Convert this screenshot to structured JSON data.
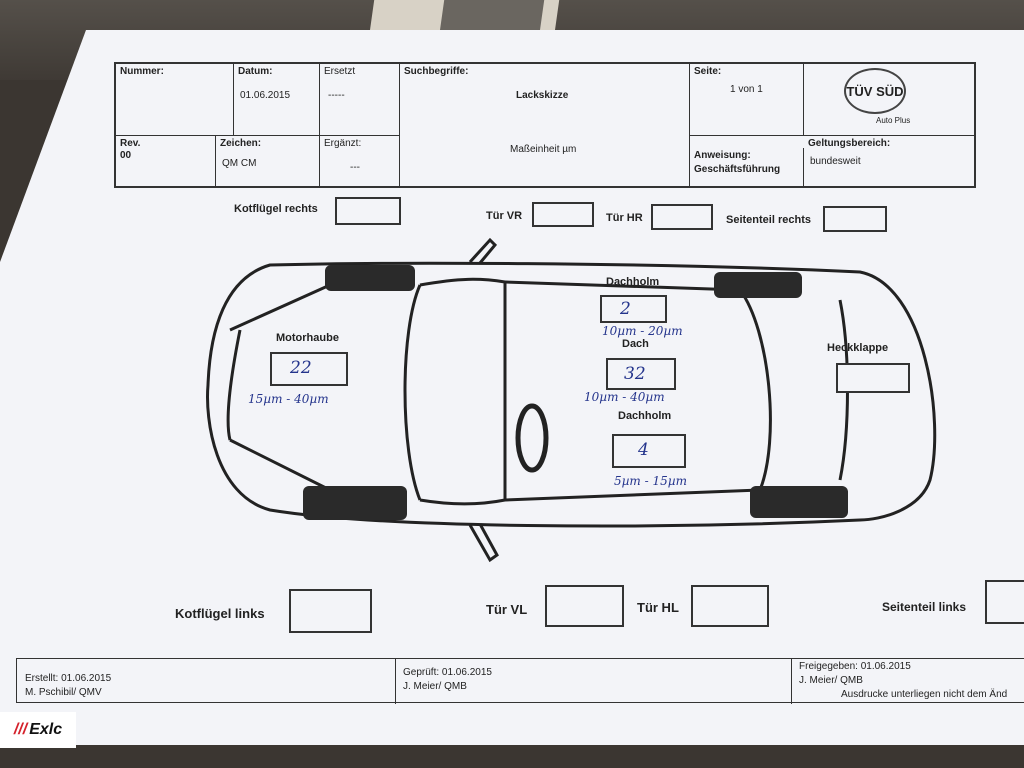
{
  "header": {
    "nummer_label": "Nummer:",
    "datum_label": "Datum:",
    "datum_value": "01.06.2015",
    "ersetzt_label": "Ersetzt",
    "ersetzt_value": "-----",
    "suchbegriffe_label": "Suchbegriffe:",
    "title": "Lackskizze",
    "unit": "Maßeinheit µm",
    "seite_label": "Seite:",
    "seite_value": "1 von 1",
    "rev_label": "Rev.",
    "rev_value": "00",
    "zeichen_label": "Zeichen:",
    "zeichen_value": "QM CM",
    "ergaenzt_label": "Ergänzt:",
    "ergaenzt_value": "---",
    "anweisung_label": "Anweisung:",
    "anweisung_value": "Geschäftsführung",
    "geltung_label": "Geltungsbereich:",
    "geltung_value": "bundesweit",
    "logo_text": "TÜV SÜD",
    "logo_sub": "Auto Plus"
  },
  "fields": {
    "kotfluegel_rechts": "Kotflügel rechts",
    "tuer_vr": "Tür VR",
    "tuer_hr": "Tür HR",
    "seitenteil_rechts": "Seitenteil rechts",
    "dachholm_top": "Dachholm",
    "motorhaube": "Motorhaube",
    "dach": "Dach",
    "heckklappe": "Heckklappe",
    "dachholm_bottom": "Dachholm",
    "kotfluegel_links": "Kotflügel links",
    "tuer_vl": "Tür VL",
    "tuer_hl": "Tür HL",
    "seitenteil_links": "Seitenteil links"
  },
  "handwritten": {
    "dachholm_top_value": "2",
    "dachholm_top_range": "10µm - 20µm",
    "motorhaube_value": "22",
    "motorhaube_range": "15µm - 40µm",
    "dach_value": "32",
    "dach_range": "10µm - 40µm",
    "dachholm_bottom_value": "4",
    "dachholm_bottom_range": "5µm - 15µm"
  },
  "footer": {
    "erstellt": "Erstellt: 01.06.2015",
    "erstellt_by": "M. Pschibil/ QMV",
    "geprueft": "Geprüft: 01.06.2015",
    "geprueft_by": "J. Meier/ QMB",
    "freigegeben": "Freigegeben: 01.06.2015",
    "freigegeben_by": "J. Meier/ QMB",
    "note": "Ausdrucke unterliegen nicht dem Änd"
  },
  "watermark": {
    "text": "Exlc"
  },
  "colors": {
    "ink": "#24348c",
    "paper": "#f3f4f8",
    "brand_red": "#d4202a"
  }
}
